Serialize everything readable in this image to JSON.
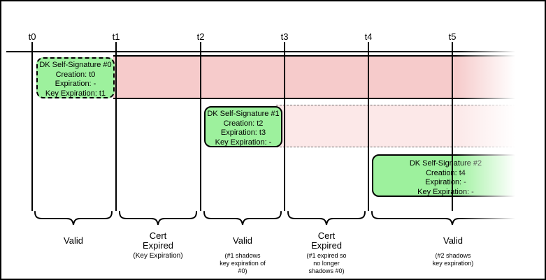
{
  "timeline": {
    "ticks": [
      "t0",
      "t1",
      "t2",
      "t3",
      "t4",
      "t5"
    ]
  },
  "signatures": [
    {
      "title": "DK Self-Signature #0",
      "details": "Creation: t0\nExpiration: -\nKey Expiration: t1"
    },
    {
      "title": "DK Self-Signature #1",
      "details": "Creation: t2\nExpiration: t3\nKey Expiration: -"
    },
    {
      "title": "DK Self-Signature #2",
      "details": "Creation: t4\nExpiration: -\nKey Expiration: -"
    }
  ],
  "periods": [
    {
      "label": "Valid",
      "note": ""
    },
    {
      "label": "Cert\nExpired",
      "note": "(Key Expiration)"
    },
    {
      "label": "Valid",
      "note": "(#1 shadows\nkey expiration of\n#0)"
    },
    {
      "label": "Cert\nExpired",
      "note": "(#1 expired so\nno longer\nshadows #0)"
    },
    {
      "label": "Valid",
      "note": "(#2 shadows\nkey expiration)"
    }
  ],
  "colors": {
    "band_primary": "#f6cbcb",
    "band_secondary": "#fce8e8",
    "signature_fill": "#9df19d"
  }
}
